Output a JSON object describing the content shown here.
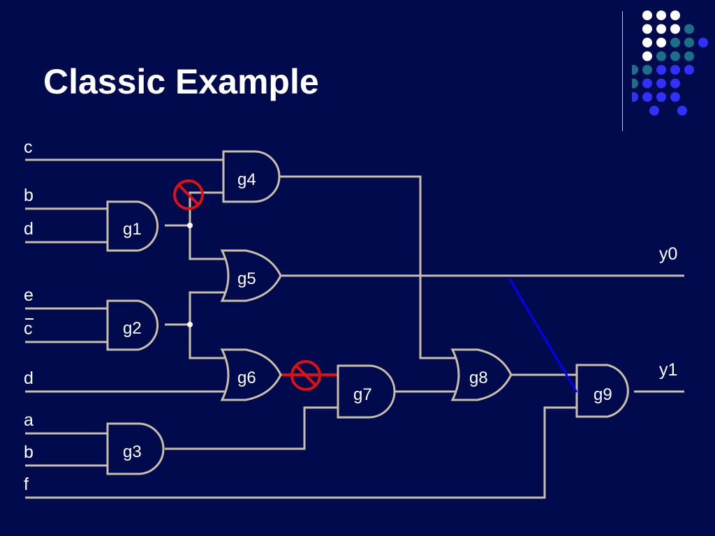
{
  "slide": {
    "title": "Classic Example"
  },
  "colors": {
    "background": "#000a4d",
    "wire": "#c9bfa8",
    "fault_marker": "#e01010",
    "highlight_line": "#0000ff",
    "dot_white": "#ffffff",
    "dot_teal": "#1a6f8a",
    "dot_blue": "#3030ff"
  },
  "inputs": {
    "c": "c",
    "b1": "b",
    "d1": "d",
    "e": "e",
    "c_bar": "c",
    "d2": "d",
    "a": "a",
    "b2": "b",
    "f": "f"
  },
  "outputs": {
    "y0": "y0",
    "y1": "y1"
  },
  "gates": {
    "g1": "g1",
    "g2": "g2",
    "g3": "g3",
    "g4": "g4",
    "g5": "g5",
    "g6": "g6",
    "g7": "g7",
    "g8": "g8",
    "g9": "g9"
  },
  "icons": {
    "fault_marker": "prohibition-icon"
  },
  "decoration": {
    "dot_rows": [
      [
        "white",
        "white",
        "white"
      ],
      [
        "white",
        "white",
        "white",
        "teal"
      ],
      [
        "white",
        "white",
        "teal",
        "teal",
        "blue"
      ],
      [
        "white",
        "teal",
        "teal",
        "teal"
      ],
      [
        "teal",
        "teal",
        "blue",
        "blue",
        "blue"
      ],
      [
        "teal",
        "blue",
        "blue",
        "blue"
      ],
      [
        "blue",
        "blue",
        "blue",
        "blue"
      ],
      [
        "blue",
        "blue"
      ]
    ]
  }
}
